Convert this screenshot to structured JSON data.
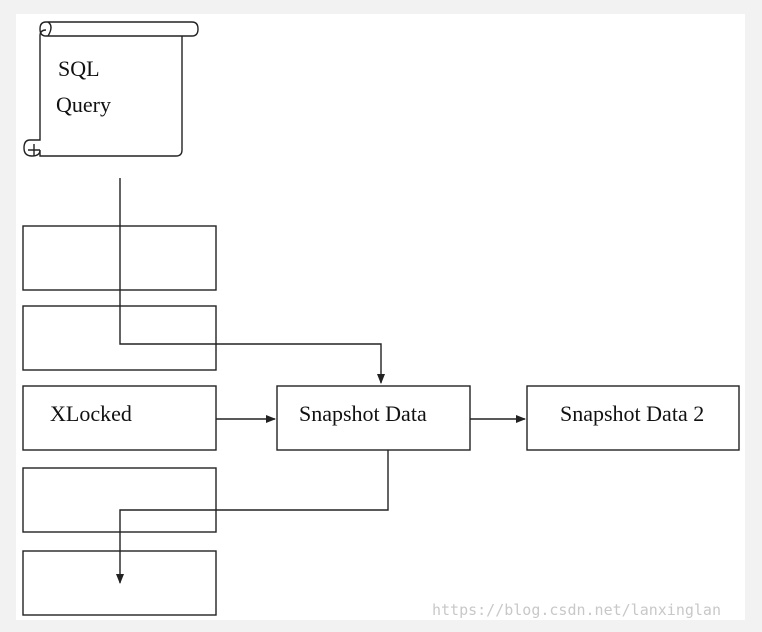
{
  "scroll": {
    "line1": "SQL",
    "line2": "Query"
  },
  "stack_box_label": "XLocked",
  "snapshot_label": "Snapshot Data",
  "snapshot2_label": "Snapshot Data 2",
  "watermark": "https://blog.csdn.net/lanxinglan",
  "colors": {
    "stroke": "#222222",
    "background": "#ffffff",
    "frame": "#f2f2f2"
  }
}
